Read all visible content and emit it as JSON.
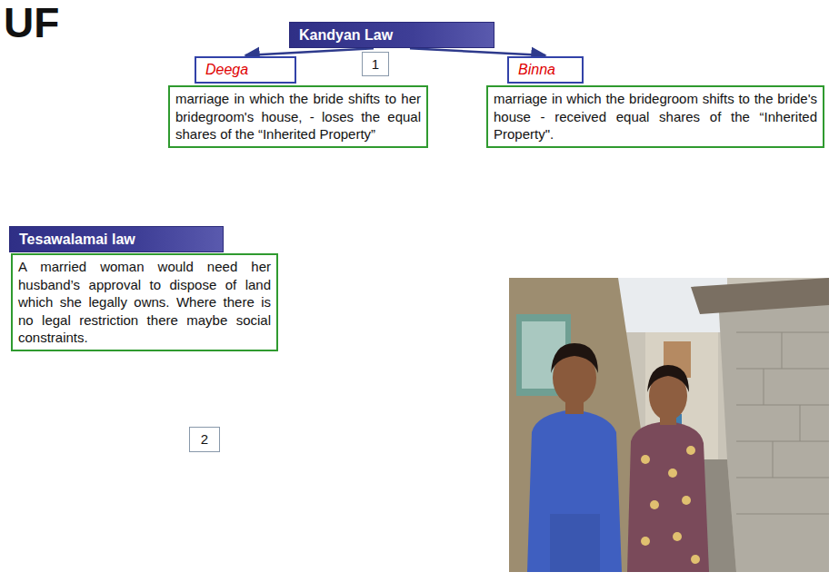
{
  "diagram": {
    "title": "UF",
    "nodes": [
      {
        "text": [
          "Kandyan Law"
        ]
      },
      {
        "text": [
          "Deega"
        ]
      },
      {
        "text": [
          "marriage in which the bride shifts to her bridegroom's house, - loses the equal shares of the “Inherited Property”"
        ]
      },
      {
        "text": [
          "Binna"
        ]
      },
      {
        "text": [
          "marriage in which the bridegroom shifts to the bride's house - received equal shares of the “Inherited Property\"."
        ]
      },
      {
        "text": [
          "Tesawalamai law"
        ]
      },
      {
        "text": [
          "A married woman would need her husband’s approval to dispose of land which she legally owns. Where there is no legal restriction there maybe social constraints."
        ]
      }
    ],
    "edges": [
      {
        "from": 0,
        "to": 1,
        "arrow": "to"
      },
      {
        "from": 0,
        "to": 3,
        "arrow": "to"
      }
    ],
    "labels": [
      "1",
      "2"
    ]
  }
}
